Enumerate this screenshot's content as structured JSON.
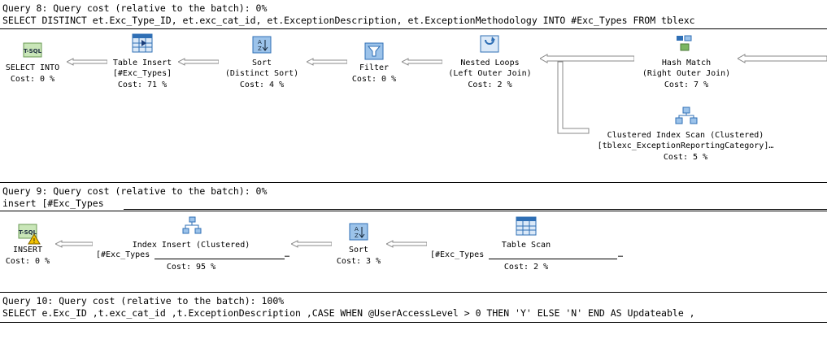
{
  "queries": [
    {
      "header": "Query 8: Query cost (relative to the batch): 0%",
      "sql": "SELECT DISTINCT et.Exc_Type_ID, et.exc_cat_id, et.ExceptionDescription, et.ExceptionMethodology INTO #Exc_Types FROM tblexc",
      "nodes": {
        "select_into": {
          "label": "SELECT INTO",
          "cost": "Cost: 0 %"
        },
        "table_insert": {
          "label": "Table Insert",
          "sub": "[#Exc_Types]",
          "cost": "Cost: 71 %"
        },
        "sort": {
          "label": "Sort",
          "sub": "(Distinct Sort)",
          "cost": "Cost: 4 %"
        },
        "filter": {
          "label": "Filter",
          "cost": "Cost: 0 %"
        },
        "nested_loops": {
          "label": "Nested Loops",
          "sub": "(Left Outer Join)",
          "cost": "Cost: 2 %"
        },
        "hash_match": {
          "label": "Hash Match",
          "sub": "(Right Outer Join)",
          "cost": "Cost: 7 %"
        },
        "clustered_scan": {
          "label": "Clustered Index Scan (Clustered)",
          "sub": "[tblexc_ExceptionReportingCategory]…",
          "cost": "Cost: 5 %"
        }
      }
    },
    {
      "header": "Query 9: Query cost (relative to the batch): 0%",
      "sql": "insert [#Exc_Types",
      "nodes": {
        "insert": {
          "label": "INSERT",
          "cost": "Cost: 0 %"
        },
        "index_insert": {
          "label": "Index Insert (Clustered)",
          "sub": "[#Exc_Types",
          "cost": "Cost: 95 %"
        },
        "sort": {
          "label": "Sort",
          "cost": "Cost: 3 %"
        },
        "table_scan": {
          "label": "Table Scan",
          "sub": "[#Exc_Types",
          "cost": "Cost: 2 %"
        }
      }
    },
    {
      "header": "Query 10: Query cost (relative to the batch): 100%",
      "sql": "SELECT e.Exc_ID ,t.exc_cat_id ,t.ExceptionDescription ,CASE WHEN @UserAccessLevel > 0 THEN 'Y' ELSE 'N' END AS Updateable ,"
    }
  ],
  "icons": {
    "tsql": "T-SQL",
    "colors": {
      "blue": "#2f6fb5",
      "lightblue": "#9cc3ea",
      "green": "#7bb661",
      "warning": "#f2c200"
    }
  }
}
